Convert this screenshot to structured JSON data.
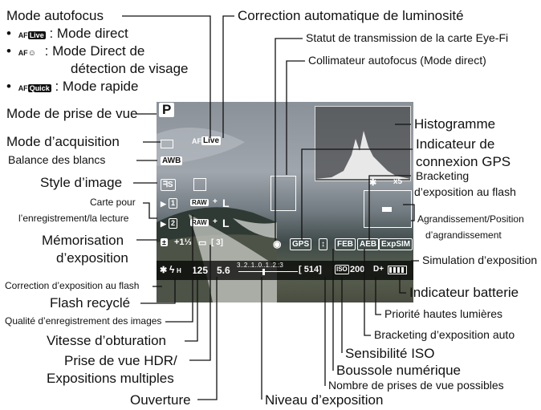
{
  "labels": {
    "mode_autofocus": "Mode autofocus",
    "af_direct_prefix": "AF",
    "af_direct_badge": "Live",
    "af_direct_sep": ":",
    "af_direct_text": "Mode direct",
    "af_face_prefix": "AF",
    "af_face_sep": ":",
    "af_face_text": "Mode Direct de",
    "af_face_text2": "détection de visage",
    "af_quick_prefix": "AF",
    "af_quick_badge": "Quick",
    "af_quick_sep": ":",
    "af_quick_text": "Mode rapide",
    "correction_auto_lum": "Correction automatique de luminosité",
    "statut_eyefi": "Statut de transmission de la carte Eye-Fi",
    "collimateur": "Collimateur autofocus (Mode direct)",
    "mode_prise_vue": "Mode de prise de vue",
    "mode_acquisition": "Mode d’acquisition",
    "balance_blancs": "Balance des blancs",
    "style_image": "Style d’image",
    "carte_pour": "Carte pour",
    "enregistrement_lecture": "l’enregistrement/la lecture",
    "memorisation": "Mémorisation",
    "exposition": "d’exposition",
    "correction_flash": "Correction d’exposition au flash",
    "flash_recycle": "Flash recyclé",
    "qualite": "Qualité d’enregistrement des images",
    "vitesse": "Vitesse d’obturation",
    "hdr1": "Prise de vue HDR/",
    "hdr2": "Expositions multiples",
    "ouverture": "Ouverture",
    "niveau_expo": "Niveau d’exposition",
    "nombre_prises": "Nombre de prises de vue possibles",
    "boussole": "Boussole numérique",
    "sensibilite": "Sensibilité ISO",
    "bracketing_auto": "Bracketing d’exposition auto",
    "priorite": "Priorité hautes lumières",
    "batterie": "Indicateur batterie",
    "simulation": "Simulation d’exposition",
    "agrandissement1": "Agrandissement/Position",
    "agrandissement2": "d’agrandissement",
    "bracketing_flash1": "Bracketing",
    "bracketing_flash2": "d’exposition au flash",
    "gps1": "Indicateur de",
    "gps2": "connexion GPS",
    "histogramme": "Histogramme"
  },
  "screen": {
    "mode": "P",
    "af_badge_prefix": "AF",
    "af_badge": "Live",
    "awb": "AWB",
    "card1": "1",
    "card2": "2",
    "raw": "RAW",
    "plus": "+",
    "quality": "L",
    "expo_comp": "+1⅓",
    "shots_small": "[ 3]",
    "flash_sym": "H",
    "shutter": "125",
    "aperture": "5.6",
    "scale": "3..2..1..0..1..2.:3",
    "shots": "[ 514]",
    "iso_label": "ISO",
    "iso": "200",
    "gps": "GPS",
    "feb": "FEB",
    "aeb": "AEB",
    "expsim": "ExpSIM",
    "d_plus": "D+",
    "mag": "x5"
  },
  "colors": {
    "line": "#111111",
    "overlay_text": "#ffffff"
  }
}
